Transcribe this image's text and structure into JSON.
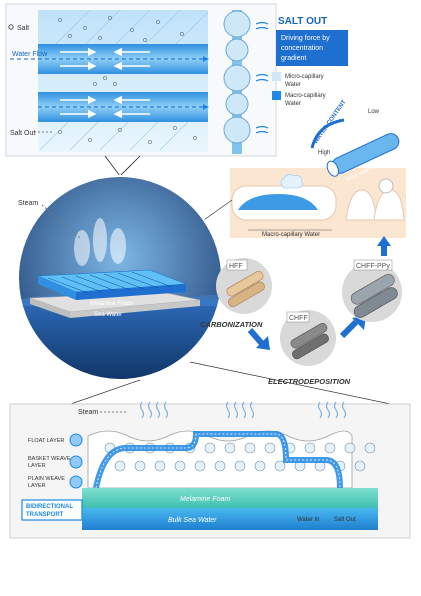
{
  "top_panel": {
    "salt_label": "Salt",
    "water_flow_label": "Water Flow",
    "salt_out_label": "Salt Out",
    "salt_out_title": "SALT OUT",
    "driving_force_text": [
      "Driving force by",
      "concentration",
      "gradient"
    ],
    "legend": {
      "micro": [
        "Micro-capillary",
        "Water"
      ],
      "macro": [
        "Macro-capillary",
        "Water"
      ]
    }
  },
  "water_content": {
    "title": "WATER CONTENT",
    "low": "Low",
    "high": "High",
    "micro_label": "Micro-capillaryWater",
    "macro_label": "Macro-capillary Water"
  },
  "middle_panel": {
    "steam_label": "Steam",
    "melamine_foam_label": "Melamine Foam",
    "sea_water_label": "Sea Water"
  },
  "fiber_process": {
    "hff": "HFF",
    "carbonization": "CARBONIZATION",
    "chff": "CHFF",
    "electrodeposition": "ELECTRODEPOSITION",
    "chff_ppy": "CHFF-PPy"
  },
  "bottom_panel": {
    "steam_label": "Steam",
    "layers": [
      "FLOAT LAYER",
      [
        "BASKET WEAVE",
        "LAYER"
      ],
      [
        "PLAIN WEAVE",
        "LAYER"
      ]
    ],
    "bidirectional": [
      "BIDIRECTIONAL",
      "TRANSPORT"
    ],
    "melamine_foam": "Melamine Foam",
    "bulk_sea_water": "Bulk Sea Water",
    "water_in": "Water In",
    "salt_out": "Salt Out"
  },
  "colors": {
    "water_light": "#cfe8f8",
    "water_mid": "#7fc3ee",
    "water_dark": "#1e88e5",
    "navy": "#163a66",
    "peach": "#fbe6d2",
    "melamine": "#6fd3c4"
  }
}
